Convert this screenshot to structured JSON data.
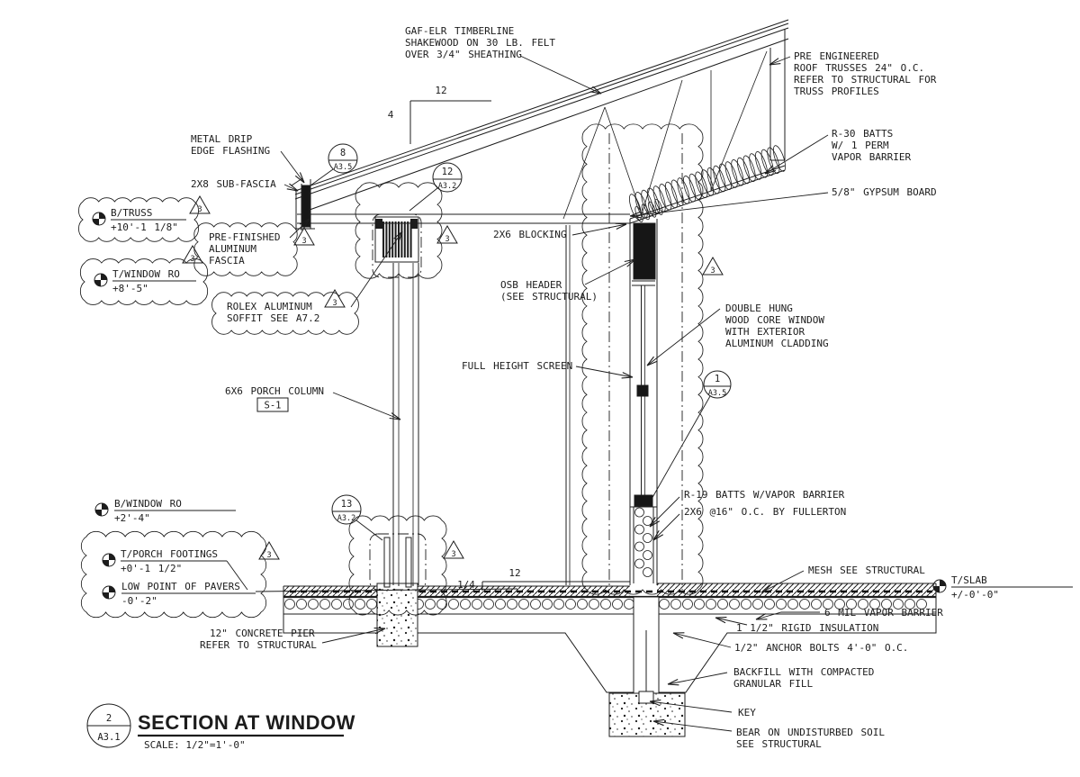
{
  "colors": {
    "ink": "#1c1c1c",
    "paper": "#ffffff"
  },
  "title_block": {
    "detail_number": "2",
    "sheet": "A3.1",
    "title": "SECTION AT WINDOW",
    "scale": "SCALE: 1/2\"=1'-0\""
  },
  "slopes": {
    "roof_run": "12",
    "roof_rise": "4",
    "floor_run": "12",
    "floor_rise": "1/4"
  },
  "revision": {
    "number": "3"
  },
  "bubbles": {
    "eave": {
      "number": "8",
      "sheet": "A3.5"
    },
    "beam": {
      "number": "12",
      "sheet": "A3.2"
    },
    "pier": {
      "number": "13",
      "sheet": "A3.2"
    },
    "window": {
      "number": "1",
      "sheet": "A3.5"
    }
  },
  "datums": {
    "b_truss": {
      "label": "B/TRUSS",
      "value": "+10'-1 1/8\""
    },
    "t_window_ro": {
      "label": "T/WINDOW RO",
      "value": "+8'-5\""
    },
    "b_window_ro": {
      "label": "B/WINDOW RO",
      "value": "+2'-4\""
    },
    "t_porch_footings": {
      "label": "T/PORCH FOOTINGS",
      "value": "+0'-1 1/2\""
    },
    "low_point_of_pavers": {
      "label": "LOW POINT OF PAVERS",
      "value": "-0'-2\""
    },
    "t_slab": {
      "label": "T/SLAB",
      "value": "+/-0'-0\""
    }
  },
  "notes": {
    "roofing": [
      "GAF-ELR TIMBERLINE",
      "SHAKEWOOD ON 30 LB. FELT",
      "OVER 3/4\" SHEATHING"
    ],
    "trusses": [
      "PRE ENGINEERED",
      "ROOF TRUSSES 24\" O.C.",
      "REFER TO STRUCTURAL FOR",
      "TRUSS PROFILES"
    ],
    "r30_batts": [
      "R-30 BATTS",
      "W/ 1 PERM",
      "VAPOR BARRIER"
    ],
    "gypsum": "5/8\" GYPSUM BOARD",
    "drip_edge": [
      "METAL DRIP",
      "EDGE FLASHING"
    ],
    "sub_fascia": "2X8 SUB-FASCIA",
    "alum_fascia": [
      "PRE-FINISHED",
      "ALUMINUM",
      "FASCIA"
    ],
    "soffit": [
      "ROLEX ALUMINUM",
      "SOFFIT SEE A7.2"
    ],
    "blocking": "2X6 BLOCKING",
    "osb_header": [
      "OSB HEADER",
      "(SEE STRUCTURAL)"
    ],
    "window": [
      "DOUBLE HUNG",
      "WOOD CORE WINDOW",
      "WITH EXTERIOR",
      "ALUMINUM CLADDING"
    ],
    "screen": "FULL HEIGHT SCREEN",
    "porch_column": "6X6 PORCH COLUMN",
    "porch_column_tag": "S-1",
    "r19_batts": "R-19 BATTS W/VAPOR BARRIER",
    "studs": "2X6 @16\" O.C. BY FULLERTON",
    "mesh": "MESH SEE STRUCTURAL",
    "vapor_barrier": "6 MIL VAPOR BARRIER",
    "rigid_insulation": "1 1/2\" RIGID INSULATION",
    "anchor_bolts": "1/2\" ANCHOR BOLTS 4'-0\" O.C.",
    "concrete_pier": [
      "12\" CONCRETE PIER",
      "REFER TO STRUCTURAL"
    ],
    "backfill": [
      "BACKFILL WITH COMPACTED",
      "GRANULAR FILL"
    ],
    "key": "KEY",
    "bearing": [
      "BEAR ON UNDISTURBED SOIL",
      "SEE STRUCTURAL"
    ]
  }
}
